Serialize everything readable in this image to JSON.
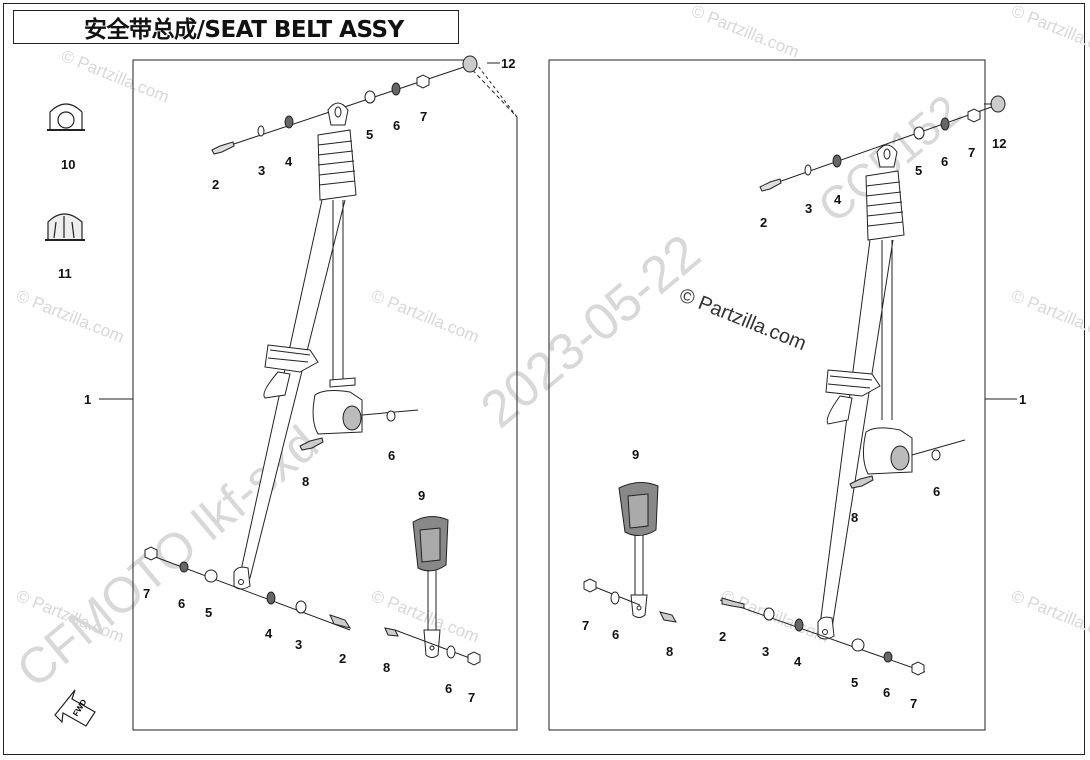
{
  "title": "安全带总成/SEAT BELT ASSY",
  "watermarks": {
    "partzilla": "© Partzilla.com",
    "center_copyright": "© Partzilla.com",
    "date_stamp": "2023-05-22",
    "date_stamp_right": "CC5152",
    "maker_stamp": "CFMOTO lkf-sxd"
  },
  "fwd_label": "FWD",
  "labels": {
    "l_1": "1",
    "l_2a": "2",
    "l_3a": "3",
    "l_4a": "4",
    "l_5a": "5",
    "l_6a": "6",
    "l_7a": "7",
    "l_12a": "12",
    "l_10": "10",
    "l_11": "11",
    "l_8a": "8",
    "l_6b": "6",
    "l_9a": "9",
    "l_7b": "7",
    "l_6c": "6",
    "l_5b": "5",
    "l_4b": "4",
    "l_3b": "3",
    "l_2b": "2",
    "l_8b": "8",
    "l_6d": "6",
    "l_7c": "7",
    "r_1": "1",
    "r_2a": "2",
    "r_3a": "3",
    "r_4a": "4",
    "r_5a": "5",
    "r_6a": "6",
    "r_7a": "7",
    "r_12": "12",
    "r_6b": "6",
    "r_8a": "8",
    "r_9": "9",
    "r_7b": "7",
    "r_6c": "6",
    "r_8b": "8",
    "r_2b": "2",
    "r_3b": "3",
    "r_4b": "4",
    "r_5b": "5",
    "r_6d": "6",
    "r_7c": "7"
  },
  "colors": {
    "line": "#222222",
    "part_fill": "#ffffff",
    "part_shade": "#555555",
    "watermark": "#d8d8d8"
  }
}
